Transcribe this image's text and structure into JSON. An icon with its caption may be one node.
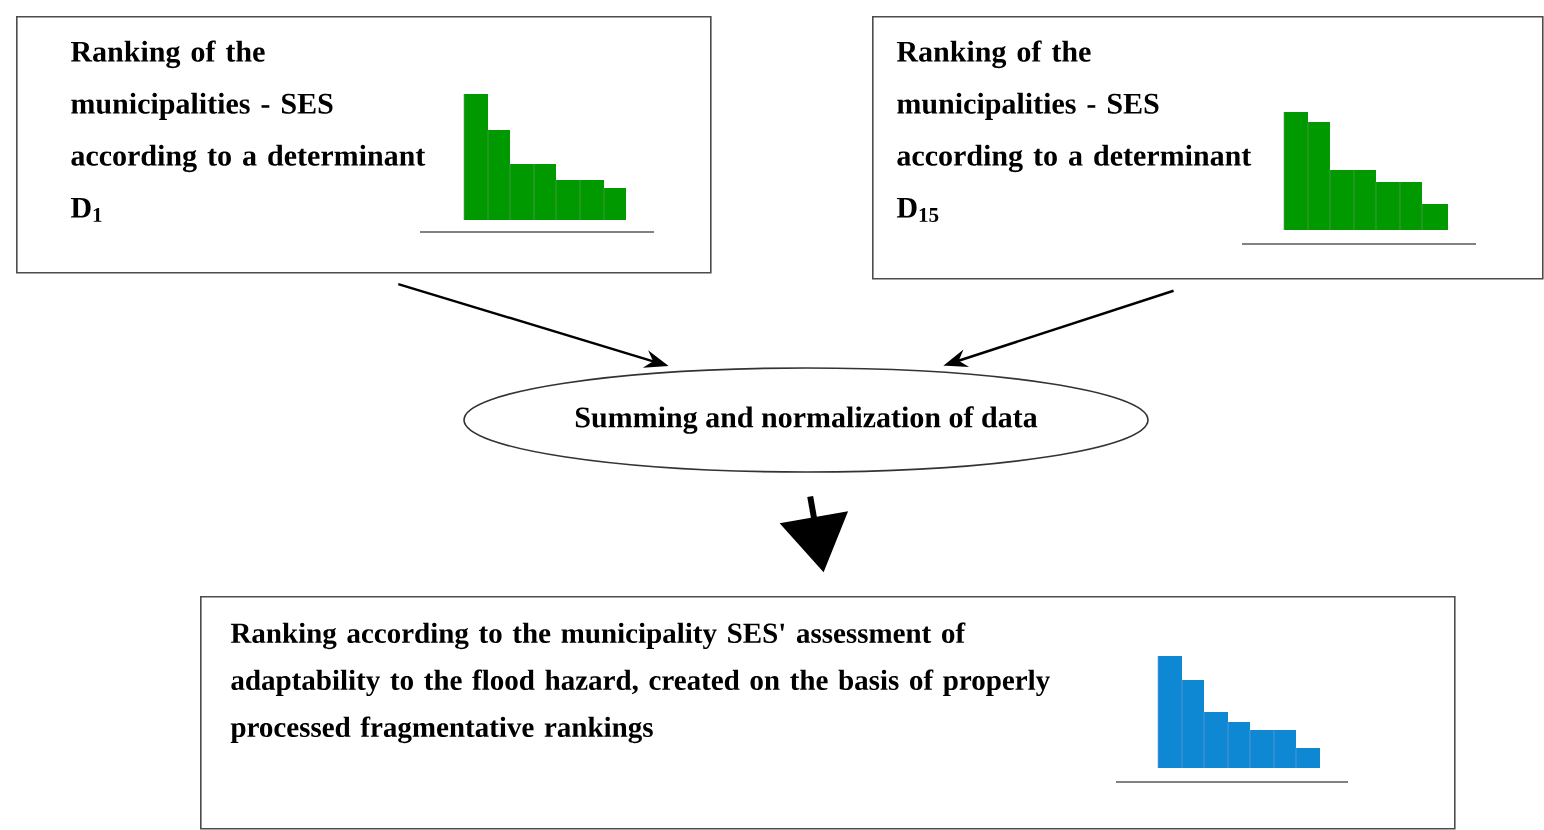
{
  "diagram": {
    "nodes": [
      {
        "text": [
          "Ranking of the municipalities - SES according to a determinant D$_{1}$"
        ]
      },
      {
        "text": [
          "Ranking of the municipalities - SES according to a determinant D$_{15}$"
        ]
      },
      {
        "text": [
          "Summing and normalization of data"
        ]
      },
      {
        "text": [
          "Ranking according to the municipality SES' assessment of adaptability to the flood hazard, created on the basis of properly processed fragmentative rankings"
        ]
      }
    ],
    "edges": [
      {
        "from": 0,
        "to": 2,
        "arrow": "to"
      },
      {
        "from": 1,
        "to": 2,
        "arrow": "to"
      },
      {
        "from": 2,
        "to": 3,
        "arrow": "to",
        "style": "thick"
      }
    ]
  }
}
